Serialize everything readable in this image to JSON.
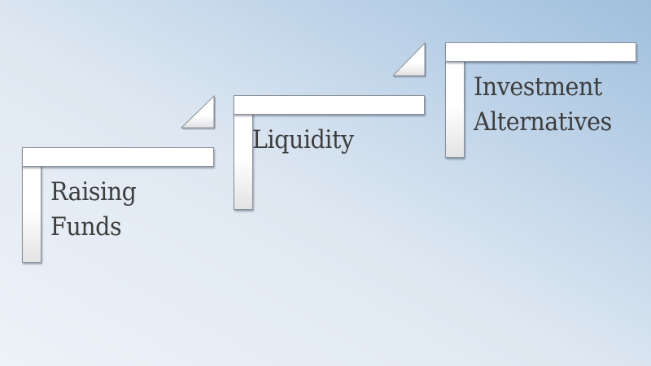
{
  "diagram": {
    "type": "staircase-process",
    "steps": [
      {
        "lines": [
          "Raising",
          "Funds"
        ]
      },
      {
        "lines": [
          "Liquidity"
        ]
      },
      {
        "lines": [
          "Investment",
          "Alternatives"
        ]
      }
    ]
  },
  "colors": {
    "background_light": "#eef3f9",
    "background_dark": "#9fbfdd",
    "shape_fill": "#ffffff",
    "shape_border": "#8a8f96",
    "text": "#3d3d3d"
  }
}
